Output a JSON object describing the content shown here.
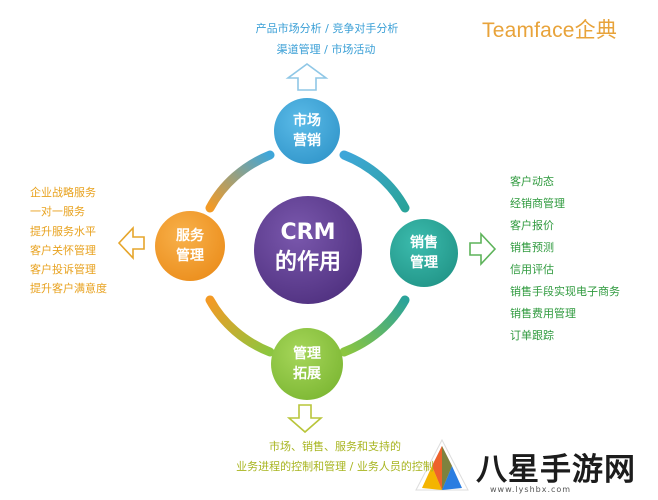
{
  "brand": "Teamface企典",
  "center": {
    "line1": "CRM",
    "line2": "的作用"
  },
  "nodes": {
    "top": {
      "line1": "市场",
      "line2": "营销"
    },
    "right": {
      "line1": "销售",
      "line2": "管理"
    },
    "bottom": {
      "line1": "管理",
      "line2": "拓展"
    },
    "left": {
      "line1": "服务",
      "line2": "管理"
    }
  },
  "top_items": [
    "产品市场分析 / 竞争对手分析",
    "渠道管理 / 市场活动"
  ],
  "left_items": [
    "企业战略服务",
    "一对一服务",
    "提升服务水平",
    "客户关怀管理",
    "客户投诉管理",
    "提升客户满意度"
  ],
  "right_items": [
    "客户动态",
    "经销商管理",
    "客户报价",
    "销售预测",
    "信用评估",
    "销售手段实现电子商务",
    "销售费用管理",
    "订单跟踪"
  ],
  "bottom_items": [
    "市场、销售、服务和支持的",
    "业务进程的控制和管理 / 业务人员的控制"
  ],
  "watermark": {
    "title": "八星手游网",
    "url": "www.lyshbx.com"
  },
  "colors": {
    "top": "#3fa6d9",
    "right": "#2aa39a",
    "bottom": "#8cc63f",
    "left": "#f39a25",
    "center": "#5b3b8c"
  }
}
